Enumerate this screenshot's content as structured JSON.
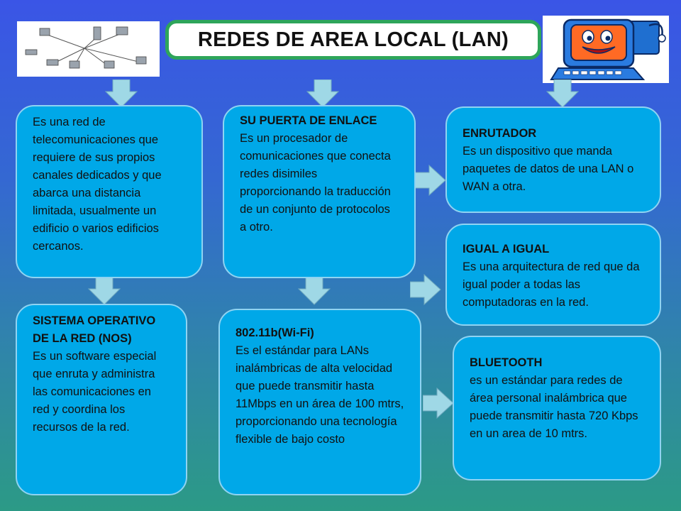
{
  "title": "REDES DE AREA LOCAL (LAN)",
  "images": {
    "network_diagram": "network-topology-icon",
    "cartoon_computer": "smiling-computer-icon"
  },
  "boxes": {
    "definition": {
      "head": "",
      "body": "Es una red de telecomunicaciones que requiere de sus propios canales dedicados y que abarca una distancia limitada, usualmente un edificio o varios edificios cercanos."
    },
    "gateway": {
      "head": "SU PUERTA DE ENLACE",
      "body": "Es un procesador de comunicaciones que conecta redes disimiles proporcionando la traducción de un conjunto de protocolos a otro."
    },
    "router": {
      "head": "ENRUTADOR",
      "body": "Es un dispositivo que manda paquetes de datos de una LAN o WAN a otra."
    },
    "peer": {
      "head": "IGUAL A IGUAL",
      "body": "Es una arquitectura de red que da igual poder a todas las computadoras en la red."
    },
    "nos": {
      "head": "SISTEMA OPERATIVO DE LA RED (NOS)",
      "body": "Es un software especial que enruta y administra las comunicaciones en red y coordina los recursos de la red."
    },
    "wifi": {
      "head": "802.11b(Wi-Fi)",
      "body": "Es el estándar para LANs inalámbricas de alta velocidad que puede transmitir hasta 11Mbps en un área de 100 mtrs, proporcionando una tecnología flexible de bajo costo"
    },
    "bluetooth": {
      "head": "BLUETOOTH",
      "body": "es un estándar para redes de área personal inalámbrica que puede transmitir hasta 720 Kbps en un area de 10 mtrs."
    }
  },
  "colors": {
    "box_fill": "#00a8e8",
    "arrow_fill": "#9fd8e6",
    "title_border": "#2ea55a"
  }
}
